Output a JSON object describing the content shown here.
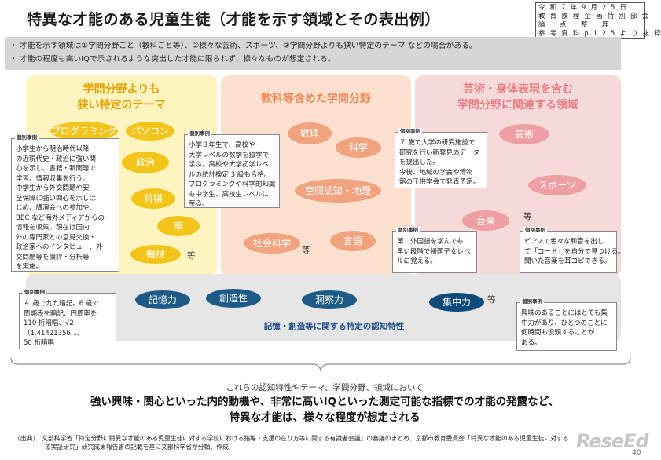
{
  "title": "特異な才能のある児童生徒（才能を示す領域とその表出例）",
  "reference": [
    "令 和 7 年 9 月 2 5 日",
    "教 育 課 程 企 画 特 別 部 会",
    "論　　点　　整　　理",
    "参 考 資 料 p.1 2 5 よ り 抜 粋"
  ],
  "summary": [
    "・ 才能を示す領域は①学問分野ごと（教科ごと等）、②様々な芸術、スポーツ、③学問分野よりも狭い特定のテーマ などの場合がある。",
    "・ 才能の程度も高いIQで示されるような突出した才能に限られず、様々なものが想定される。"
  ],
  "panels": {
    "narrow": {
      "title": [
        "学問分野よりも",
        "狭い特定のテーマ"
      ],
      "items": [
        "プログラミング",
        "パソコン",
        "政治",
        "将棋",
        "車",
        "機械"
      ],
      "etc": "等"
    },
    "subjects": {
      "title": [
        "教科等含めた学問分野"
      ],
      "items": [
        "数理",
        "科学",
        "空間認知・地理",
        "社会科学",
        "言語"
      ],
      "etc": "等"
    },
    "arts": {
      "title": [
        "芸術・身体表現を含む",
        "学問分野に関連する領域"
      ],
      "items": [
        "芸術",
        "スポーツ",
        "音楽"
      ],
      "etc": "等"
    }
  },
  "band": {
    "label": "記憶・創造等に関する特定の認知特性",
    "items": [
      "記憶力",
      "創造性",
      "洞察力",
      "集中力"
    ],
    "etc": "等"
  },
  "case_tag": "個別事例",
  "cases": {
    "c1": [
      "小学生から明治時代以降",
      "の近現代史・政治に強い関",
      "心を示し、書籍・新聞等で",
      "学習、情報収集を行う。",
      "中学生から外交問題や安",
      "全保障に強い関心を示しは",
      "じめ、講演会への参加や、",
      "BBC など海外メディアからの",
      "情報を収集。現在は国内",
      "外の専門家との意見交換・",
      "政治家へのインタビュー、外",
      "交問題等を論評・分析等",
      "を実施。"
    ],
    "c2": [
      "小学３年生で、高校や",
      "大学レベルの数学を独学で",
      "学ぶ。高校や大学初学レベ",
      "ルの統計検定 3 級も合格。",
      "プログラミングや科学的知識",
      "も中学生、高校生レベルに",
      "至る。"
    ],
    "c3": [
      "７ 歳で大学の研究施設で",
      "研究を行い新発見のデータ",
      "を提出した。",
      "今後、地域の学会や博物",
      "館の子供学会で発表予定。"
    ],
    "c4": [
      "第二外国語を学んでも",
      "早い段階で帰国子女レベ",
      "ルに覚える。"
    ],
    "c5": [
      "ピアノで色々な和音を出し",
      "て「コード」を自分で見つける。",
      "聞いた音楽を耳コピできる。"
    ],
    "c6": [
      "４ 歳で九九暗記。6 歳で",
      "周期表を暗記、円周率を",
      "110 桁暗唱、√2",
      "（1.41421356…）",
      "50 桁暗唱"
    ],
    "c7": [
      "興味のあることにはとても集",
      "中力があり、ひとつのことに",
      "何時間も没頭することが",
      "ある。"
    ]
  },
  "conclusion": {
    "lead": "これらの認知特性やテーマ、学問分野、領域において",
    "line1": "強い興味・関心といった内的動機や、非常に高いIQといった測定可能な指標での才能の発露など、",
    "line2": "特異な才能は、様々な程度が想定される"
  },
  "source": [
    "（出典）　文部科学省「特定分野に特異な才能のある児童生徒に対する学校における指導・支援の在り方等に関する有識者会議」の審議のまとめ、京都市教育委員会「特異な才能のある児童生徒に対する",
    "　　　　　る実証研究」研究成果報告書の記載を基に文部科学省が分類、作成"
  ],
  "logo": "ReseEd",
  "page_number": "40",
  "colors": {
    "yellow": "#f3c51b",
    "orange": "#f1a37f",
    "pink": "#ee9fa3",
    "navy": "#1e5a86",
    "band_label": "#1f4e8a"
  }
}
